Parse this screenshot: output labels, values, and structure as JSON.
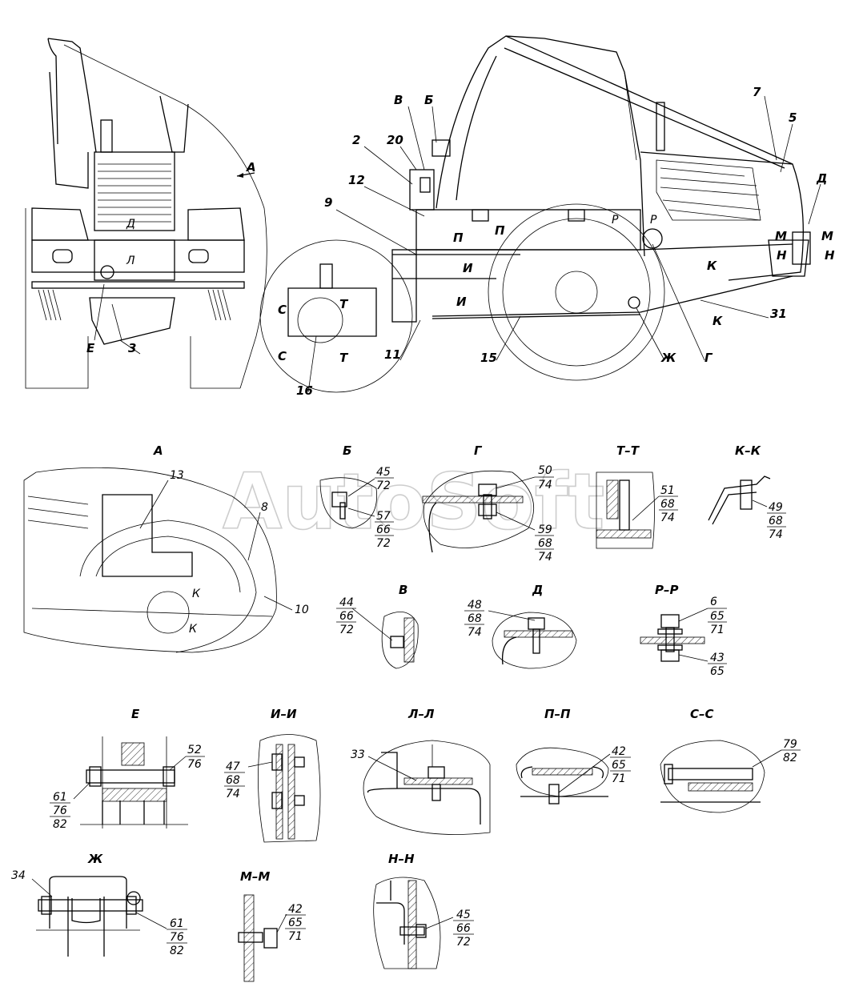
{
  "watermark": "AutoSoft",
  "main_view": {
    "front_labels": {
      "a": "А",
      "e": "Е",
      "three": "3",
      "d": "Д",
      "l": "Л"
    },
    "side_labels": {
      "v": "В",
      "b": "Б",
      "two": "2",
      "twenty": "20",
      "twelve": "12",
      "nine": "9",
      "p1": "П",
      "p2": "П",
      "i1": "И",
      "i2": "И",
      "c1": "С",
      "c2": "С",
      "t1": "Т",
      "t2": "Т",
      "eleven": "11",
      "sixteen": "16",
      "fifteen": "15",
      "zh": "Ж",
      "g": "Г",
      "thirtyone": "31",
      "k1": "К",
      "k2": "К",
      "m1": "М",
      "m2": "М",
      "n1": "Н",
      "n2": "Н",
      "r1": "Р",
      "r2": "Р",
      "seven": "7",
      "five": "5",
      "d": "Д"
    }
  },
  "details": {
    "a": {
      "title": "А",
      "parts": [
        "13",
        "8",
        "10"
      ],
      "section": "К"
    },
    "b": {
      "title": "Б",
      "stack1": [
        "45",
        "72"
      ],
      "stack2": [
        "57",
        "66",
        "72"
      ]
    },
    "g": {
      "title": "Г",
      "stack1": [
        "50",
        "74"
      ],
      "stack2": [
        "59",
        "68",
        "74"
      ]
    },
    "tt": {
      "title": "Т–Т",
      "stack1": [
        "51",
        "68",
        "74"
      ]
    },
    "kk": {
      "title": "К–К",
      "stack1": [
        "49",
        "68",
        "74"
      ]
    },
    "v": {
      "title": "В",
      "stack1": [
        "44",
        "66",
        "72"
      ]
    },
    "d": {
      "title": "Д",
      "stack1": [
        "48",
        "68",
        "74"
      ]
    },
    "rr": {
      "title": "Р–Р",
      "stack1": [
        "6",
        "65",
        "71"
      ],
      "stack2": [
        "43",
        "65"
      ]
    },
    "e": {
      "title": "Е",
      "stack1": [
        "52",
        "76"
      ],
      "stack2": [
        "61",
        "76",
        "82"
      ]
    },
    "ii": {
      "title": "И–И",
      "stack1": [
        "47",
        "68",
        "74"
      ]
    },
    "ll": {
      "title": "Л–Л",
      "part": "33"
    },
    "pp": {
      "title": "П–П",
      "stack1": [
        "42",
        "65",
        "71"
      ]
    },
    "cc": {
      "title": "С–С",
      "stack1": [
        "79",
        "82"
      ]
    },
    "zh": {
      "title": "Ж",
      "part": "34",
      "stack1": [
        "61",
        "76",
        "82"
      ]
    },
    "mm": {
      "title": "М–М",
      "stack1": [
        "42",
        "65",
        "71"
      ]
    },
    "nn": {
      "title": "Н–Н",
      "stack1": [
        "45",
        "66",
        "72"
      ]
    }
  }
}
